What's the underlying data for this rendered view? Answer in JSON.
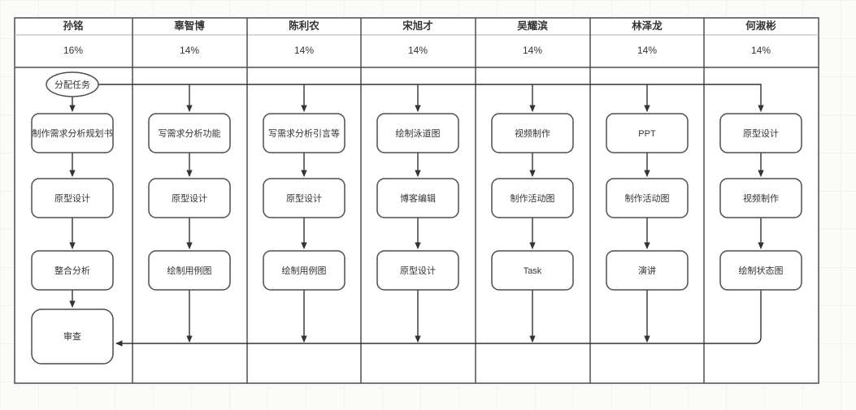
{
  "diagram": {
    "type": "swimlane-flowchart",
    "start_label": "分配任务",
    "lanes": [
      {
        "name": "孙铭",
        "percent": "16%",
        "tasks": [
          "制作需求分析规划书",
          "原型设计",
          "整合分析",
          "审查"
        ]
      },
      {
        "name": "辜智博",
        "percent": "14%",
        "tasks": [
          "写需求分析功能",
          "原型设计",
          "绘制用例图"
        ]
      },
      {
        "name": "陈利农",
        "percent": "14%",
        "tasks": [
          "写需求分析引言等",
          "原型设计",
          "绘制用例图"
        ]
      },
      {
        "name": "宋旭才",
        "percent": "14%",
        "tasks": [
          "绘制泳道图",
          "博客编辑",
          "原型设计"
        ]
      },
      {
        "name": "吴耀滨",
        "percent": "14%",
        "tasks": [
          "视频制作",
          "制作活动图",
          "Task"
        ]
      },
      {
        "name": "林泽龙",
        "percent": "14%",
        "tasks": [
          "PPT",
          "制作活动图",
          "演讲"
        ]
      },
      {
        "name": "何淑彬",
        "percent": "14%",
        "tasks": [
          "原型设计",
          "视频制作",
          "绘制状态图"
        ]
      }
    ],
    "colors": {
      "shape_stroke": "#4d4d4d",
      "connector": "#333333",
      "text": "#333333",
      "header_separator": "#b3b3b3",
      "canvas": "#ffffff"
    }
  }
}
